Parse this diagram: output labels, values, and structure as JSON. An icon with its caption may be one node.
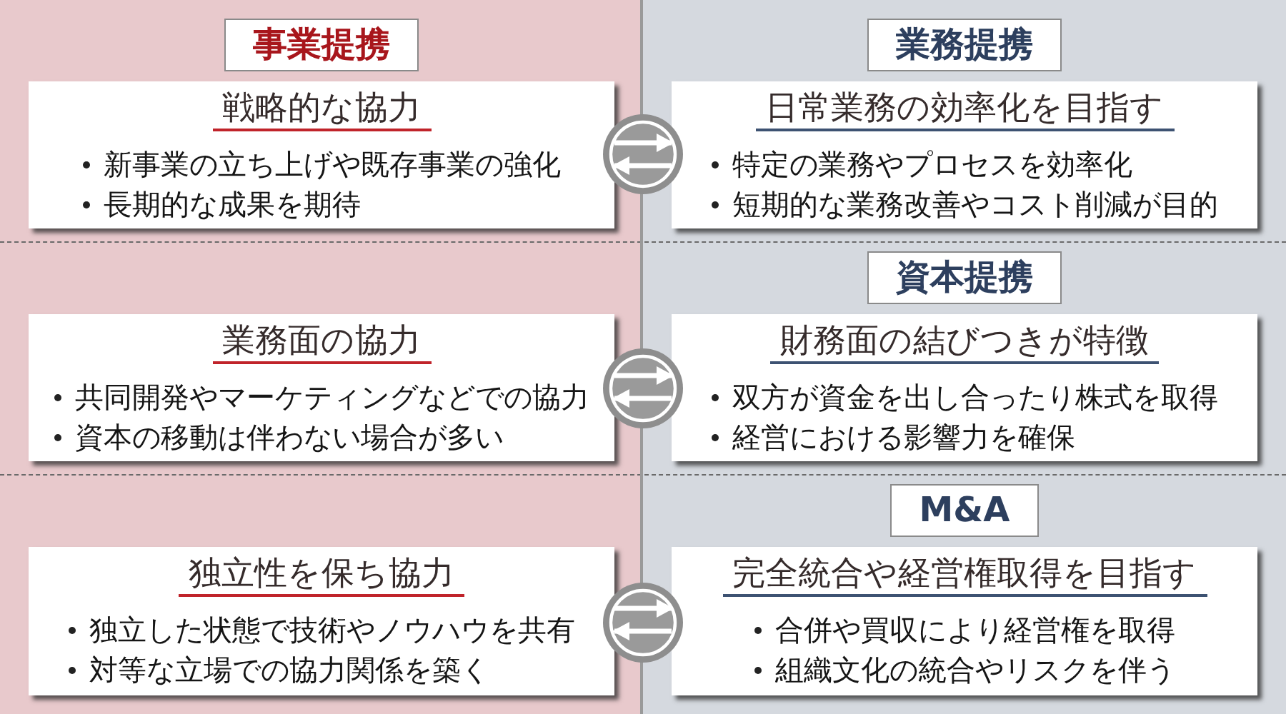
{
  "diagram": {
    "nodes": [
      {
        "text": [
          "事業提携"
        ]
      },
      {
        "text": [
          "業務提携"
        ]
      },
      {
        "text": [
          "戦略的な協力",
          "新事業の立ち上げや既存事業の強化",
          "長期的な成果を期待"
        ]
      },
      {
        "text": [
          "日常業務の効率化を目指す",
          "特定の業務やプロセスを効率化",
          "短期的な業務改善やコスト削減が目的"
        ]
      },
      {
        "text": [
          "資本提携"
        ]
      },
      {
        "text": [
          "業務面の協力",
          "共同開発やマーケティングなどでの協力",
          "資本の移動は伴わない場合が多い"
        ]
      },
      {
        "text": [
          "財務面の結びつきが特徴",
          "双方が資金を出し合ったり株式を取得",
          "経営における影響力を確保"
        ]
      },
      {
        "text": [
          "M&A"
        ]
      },
      {
        "text": [
          "独立性を保ち協力",
          "独立した状態で技術やノウハウを共有",
          "対等な立場での協力関係を築く"
        ]
      },
      {
        "text": [
          "完全統合や経営権取得を目指す",
          "合併や買収により経営権を取得",
          "組織文化の統合やリスクを伴う"
        ]
      }
    ],
    "edges": [
      {
        "from": 2,
        "to": 3,
        "arrow": "to"
      },
      {
        "from": 3,
        "to": 2,
        "arrow": "to"
      },
      {
        "from": 5,
        "to": 6,
        "arrow": "to"
      },
      {
        "from": 6,
        "to": 5,
        "arrow": "to"
      },
      {
        "from": 8,
        "to": 9,
        "arrow": "to"
      },
      {
        "from": 9,
        "to": 8,
        "arrow": "to"
      }
    ]
  }
}
